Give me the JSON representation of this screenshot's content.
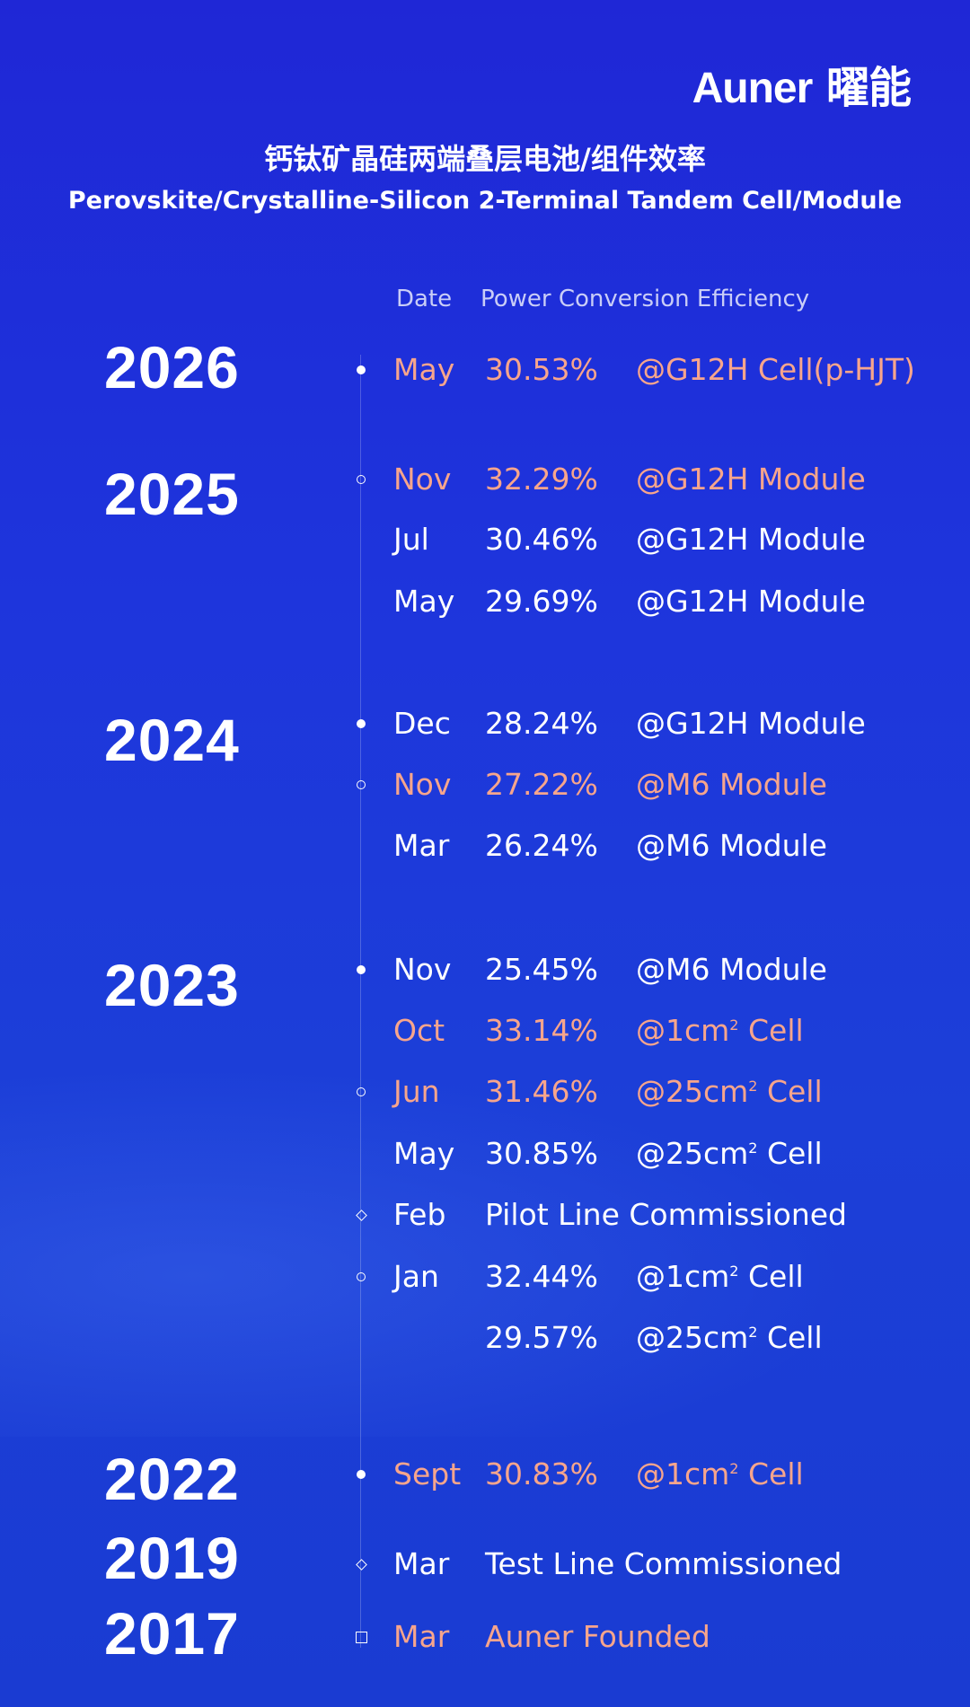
{
  "brand": {
    "name_en": "Auner",
    "name_cn": "曜能"
  },
  "title": {
    "cn": "钙钛矿晶硅两端叠层电池/组件效率",
    "en": "Perovskite/Crystalline-Silicon 2-Terminal Tandem Cell/Module"
  },
  "columns": {
    "date": "Date",
    "efficiency": "Power Conversion Efficiency"
  },
  "years": [
    {
      "label": "2026"
    },
    {
      "label": "2025"
    },
    {
      "label": "2024"
    },
    {
      "label": "2023"
    },
    {
      "label": "2022"
    },
    {
      "label": "2019"
    },
    {
      "label": "2017"
    }
  ],
  "entries": [
    {
      "marker": "dot",
      "month": "May",
      "efficiency": "30.53%",
      "device": "@G12H Cell(p-HJT)",
      "highlight": true
    },
    {
      "marker": "ring",
      "month": "Nov",
      "efficiency": "32.29%",
      "device": "@G12H Module",
      "highlight": true
    },
    {
      "marker": "none",
      "month": "Jul",
      "efficiency": "30.46%",
      "device": "@G12H Module",
      "highlight": false
    },
    {
      "marker": "none",
      "month": "May",
      "efficiency": "29.69%",
      "device": "@G12H Module",
      "highlight": false
    },
    {
      "marker": "dot",
      "month": "Dec",
      "efficiency": "28.24%",
      "device": "@G12H Module",
      "highlight": false
    },
    {
      "marker": "ring",
      "month": "Nov",
      "efficiency": "27.22%",
      "device": "@M6 Module",
      "highlight": true
    },
    {
      "marker": "none",
      "month": "Mar",
      "efficiency": "26.24%",
      "device": "@M6 Module",
      "highlight": false
    },
    {
      "marker": "dot",
      "month": "Nov",
      "efficiency": "25.45%",
      "device": "@M6 Module",
      "highlight": false
    },
    {
      "marker": "none",
      "month": "Oct",
      "efficiency": "33.14%",
      "device": "@1cm",
      "device_sup": "2",
      "device_suffix": " Cell",
      "highlight": true
    },
    {
      "marker": "ring",
      "month": "Jun",
      "efficiency": "31.46%",
      "device": "@25cm",
      "device_sup": "2",
      "device_suffix": " Cell",
      "highlight": true
    },
    {
      "marker": "none",
      "month": "May",
      "efficiency": "30.85%",
      "device": "@25cm",
      "device_sup": "2",
      "device_suffix": " Cell",
      "highlight": false
    },
    {
      "marker": "diamond",
      "month": "Feb",
      "event": "Pilot Line Commissioned",
      "highlight": false
    },
    {
      "marker": "ring",
      "month": "Jan",
      "efficiency": "32.44%",
      "device": "@1cm",
      "device_sup": "2",
      "device_suffix": " Cell",
      "highlight": false
    },
    {
      "marker": "none",
      "month": "",
      "efficiency": "29.57%",
      "device": "@25cm",
      "device_sup": "2",
      "device_suffix": " Cell",
      "highlight": false
    },
    {
      "marker": "dot",
      "month": "Sept",
      "efficiency": "30.83%",
      "device": "@1cm",
      "device_sup": "2",
      "device_suffix": " Cell",
      "highlight": true
    },
    {
      "marker": "diamond",
      "month": "Mar",
      "event": "Test Line Commissioned",
      "highlight": false
    },
    {
      "marker": "square",
      "month": "Mar",
      "event": "Auner Founded",
      "highlight": true
    }
  ]
}
